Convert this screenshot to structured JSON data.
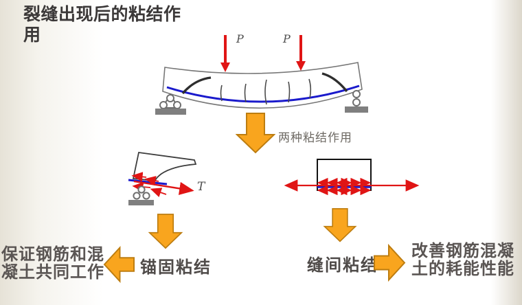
{
  "slide": {
    "title": {
      "line1": "裂缝出现后的粘结作",
      "line2": "用"
    }
  },
  "beam_diagram": {
    "load_label_left": "P",
    "load_label_right": "P"
  },
  "flow": {
    "branch_label": "两种粘结作用"
  },
  "anchorage_branch": {
    "tension_label": "T",
    "bond_label": "锚固粘结",
    "outcome_line1": "保证钢筋和混",
    "outcome_line2": "凝土共同工作"
  },
  "between_cracks_branch": {
    "bond_label": "缝间粘结",
    "outcome_line1": "改善钢筋混凝",
    "outcome_line2": "土的耗能性能"
  },
  "colors": {
    "accent_orange": "#F9A51E",
    "orange_border": "#BD7D10",
    "load_red": "#E01515",
    "rebar_blue": "#1A1ACC",
    "beam_gray": "#777777",
    "support_gray": "#7f7f7f",
    "title_text": "#3B3838",
    "body_text": "#5A5553"
  }
}
